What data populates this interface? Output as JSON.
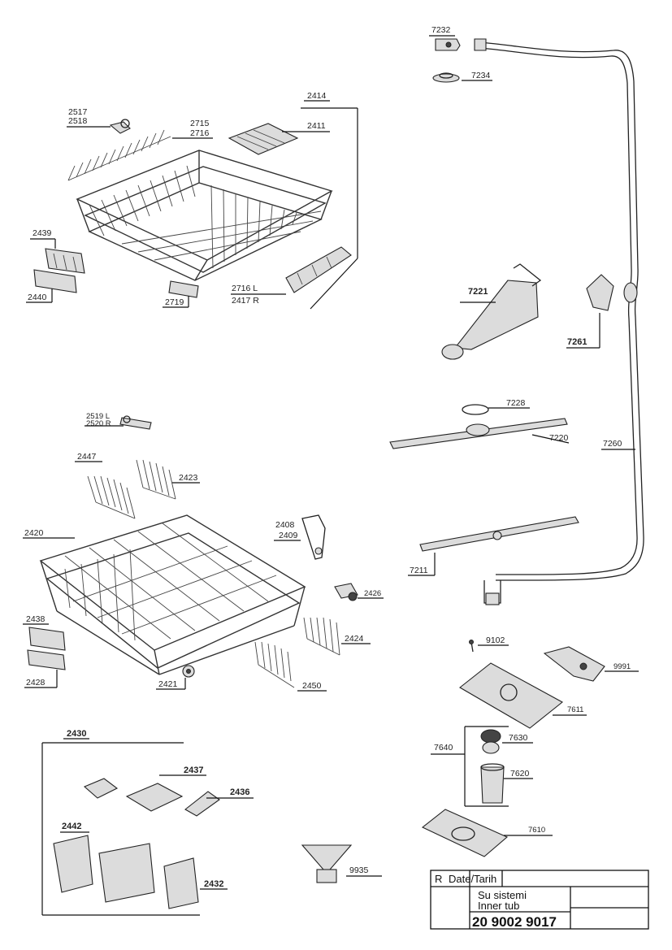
{
  "parts": {
    "p7232": "7232",
    "p7234": "7234",
    "p2414": "2414",
    "p2517": "2517",
    "p2518": "2518",
    "p2715": "2715",
    "p2716": "2716",
    "p2411": "2411",
    "p2439": "2439",
    "p2440": "2440",
    "p2719": "2719",
    "p2716L": "2716 L",
    "p2417R": "2417 R",
    "p7221": "7221",
    "p7261": "7261",
    "p7228": "7228",
    "p7220": "7220",
    "p7260": "7260",
    "p2519L": "2519 L",
    "p2520R": "2520 R",
    "p2447": "2447",
    "p2423": "2423",
    "p2420": "2420",
    "p2408": "2408",
    "p2409": "2409",
    "p2426": "2426",
    "p7211": "7211",
    "p2438": "2438",
    "p2424": "2424",
    "p2428": "2428",
    "p2421": "2421",
    "p2450": "2450",
    "p9102": "9102",
    "p9991": "9991",
    "p7611": "7611",
    "p7640": "7640",
    "p7630": "7630",
    "p7620": "7620",
    "p7610": "7610",
    "p2430": "2430",
    "p2437": "2437",
    "p2436": "2436",
    "p2442": "2442",
    "p2432": "2432",
    "p9935": "9935"
  },
  "title_block": {
    "rev_label": "R",
    "date_label": "Date/Tarih",
    "desc_line1": "Su sistemi",
    "desc_line2": "Inner tub",
    "doc_number": "20 9002 9017"
  }
}
